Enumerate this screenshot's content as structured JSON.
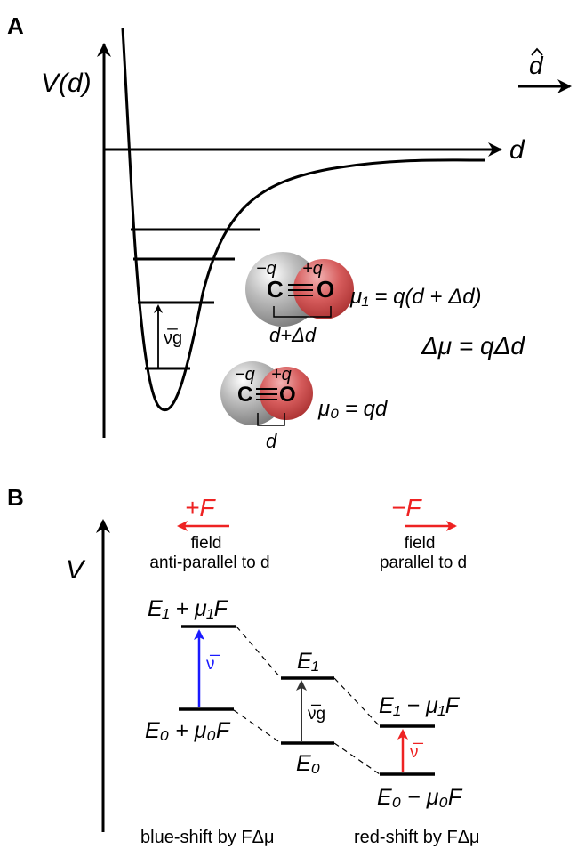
{
  "panel_a": {
    "label": "A",
    "y_axis_label": "V(d)",
    "x_axis_label": "d",
    "d_hat_label": "d",
    "molecule_excited": {
      "charge_left": "−q",
      "charge_right": "+q",
      "atom_left": "C",
      "atom_right": "O",
      "bond_label": "d+Δd",
      "dipole_equation": "μ₁ = q(d + Δd)"
    },
    "molecule_ground": {
      "charge_left": "−q",
      "charge_right": "+q",
      "atom_left": "C",
      "atom_right": "O",
      "bond_label": "d",
      "dipole_equation": "μ₀ = qd"
    },
    "transition_label": "ν̅g",
    "delta_mu_equation": "Δμ = qΔd",
    "colors": {
      "carbon": "#a8a8a8",
      "oxygen": "#d24a4a"
    }
  },
  "panel_b": {
    "label": "B",
    "y_axis_label": "V",
    "left_field": {
      "label": "+F",
      "caption_1": "field",
      "caption_2": "anti-parallel to d",
      "level_upper": "E₁ + μ₁F",
      "level_lower": "E₀ + μ₀F",
      "transition": "ν̅",
      "shift": "blue-shift by FΔμ",
      "transition_color": "#1a1aff"
    },
    "center": {
      "level_upper": "E₁",
      "level_lower": "E₀",
      "transition": "ν̅g",
      "transition_color": "#333333"
    },
    "right_field": {
      "label": "−F",
      "caption_1": "field",
      "caption_2": "parallel to d",
      "level_upper": "E₁ − μ₁F",
      "level_lower": "E₀ − μ₀F",
      "transition": "ν̅",
      "shift": "red-shift by FΔμ",
      "transition_color": "#ee2222"
    },
    "field_color": "#ee2222"
  }
}
